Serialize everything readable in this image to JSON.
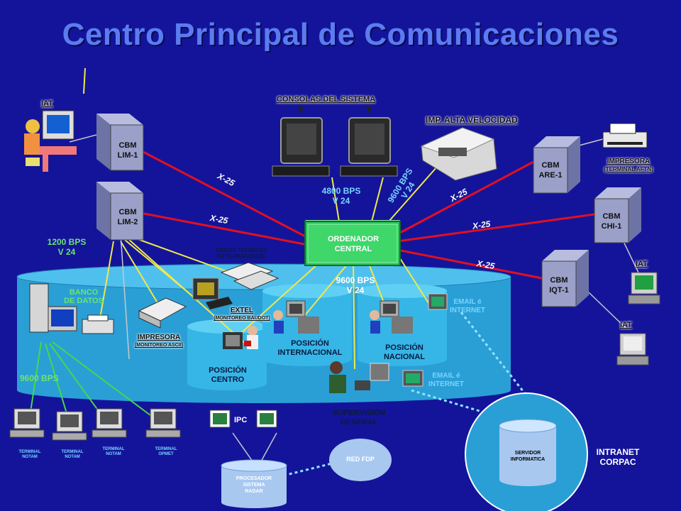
{
  "title": "Centro Principal de Comunicaciones",
  "central": {
    "line1": "ORDENADOR",
    "line2": "CENTRAL"
  },
  "cbm_nodes": [
    {
      "name": "CBM",
      "id": "LIM-1"
    },
    {
      "name": "CBM",
      "id": "LIM-2"
    },
    {
      "name": "CBM",
      "id": "ARE-1"
    },
    {
      "name": "CBM",
      "id": "CHI-1"
    },
    {
      "name": "CBM",
      "id": "IQT-1"
    }
  ],
  "link_labels": {
    "x25": "X-25"
  },
  "speeds": {
    "consoles_line1": "4800  BPS",
    "consoles_line2": "V  24",
    "printer_line1": "9600 BPS",
    "printer_line2": "V 24",
    "bank_line1": "1200 BPS",
    "bank_line2": "V 24",
    "center_line1": "9600  BPS",
    "center_line2": "V  24",
    "terminals": "9600  BPS"
  },
  "labels": {
    "iat": "IAT",
    "consolas": "CONSOLAS DEL SISTEMA",
    "imp_alta": "IMP.  ALTA  VELOCIDAD",
    "impresora_aftn_1": "IMPRESORA",
    "impresora_aftn_2": "(TERMINAL AFTN)",
    "banco_1": "BANCO",
    "banco_2": "DE DATOS",
    "cinta_1": "CINTAS TECNICAS",
    "cinta_2": "DE SUPERVISION",
    "extel_1": "EXTEL",
    "extel_2": "(MONITOREO BAUDOT)",
    "impresora_ascii_1": "IMPRESORA",
    "impresora_ascii_2": "(MONITOREO ASCII)",
    "pos_centro_1": "POSICIÓN",
    "pos_centro_2": "CENTRO",
    "pos_int_1": "POSICIÓN",
    "pos_int_2": "INTERNACIONAL",
    "pos_nac_1": "POSICIÓN",
    "pos_nac_2": "NACIONAL",
    "email_1": "EMAIL é",
    "email_2": "INTERNET",
    "supervision_1": "SUPERVISIÓN",
    "supervision_2": "GENERAL",
    "ipc": "IPC",
    "red_fdp": "RED FDP",
    "procesador_1": "PROCESADOR",
    "procesador_2": "SISTEMA",
    "procesador_3": "RADAR",
    "servidor_1": "SERVIDOR",
    "servidor_2": "INFORMATICA",
    "intranet_1": "INTRANET",
    "intranet_2": "CORPAC",
    "terminal": "TERMINAL",
    "notam": "NOTAM",
    "opmet": "OPMET"
  },
  "colors": {
    "background": "#14149a",
    "title": "#5b7cf0",
    "x25_link": "#e01020",
    "v24_link": "#f0e84a",
    "central_box": "#2ec45a",
    "cbm_box": "#9aa0c8",
    "platform": "#2a9fd6"
  }
}
